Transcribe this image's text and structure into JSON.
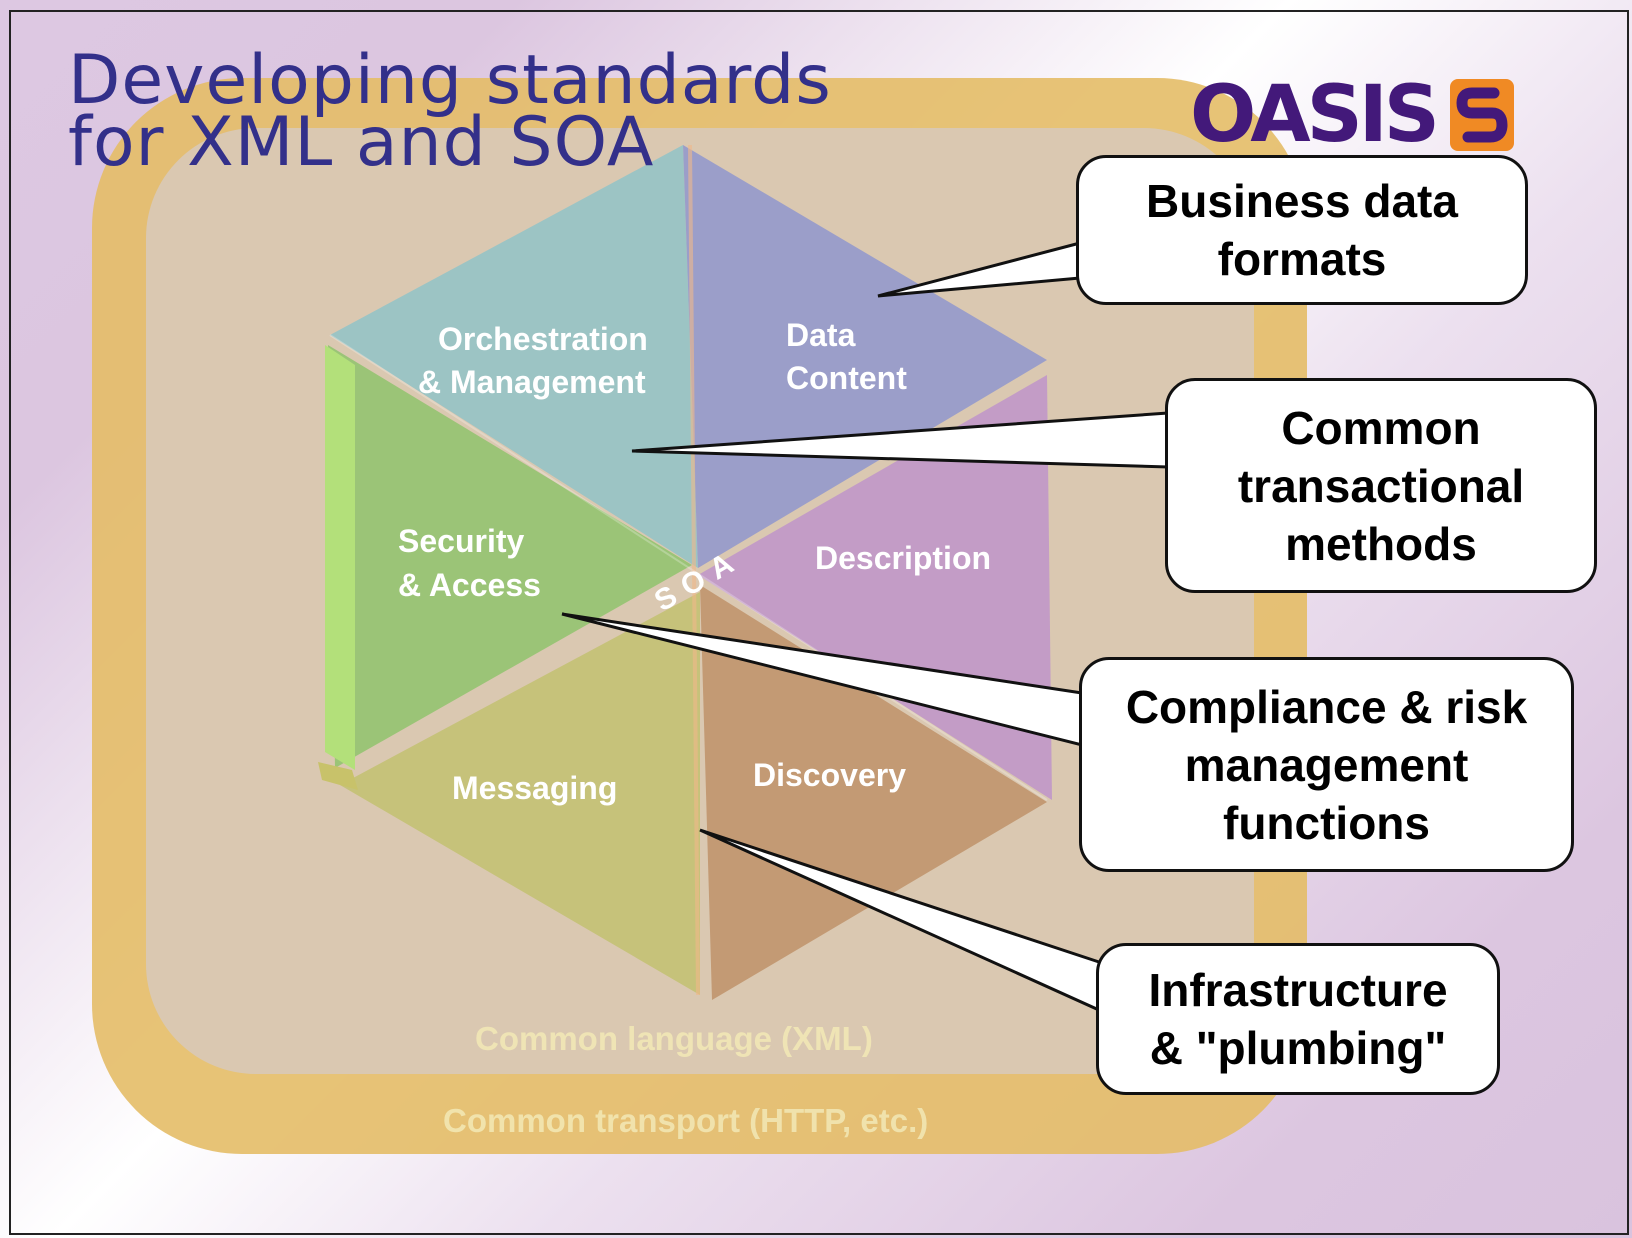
{
  "title": {
    "line1": "Developing standards",
    "line2": "for XML and SOA"
  },
  "logo": {
    "text": "OASIS"
  },
  "segments": {
    "orchestration": {
      "line1": "Orchestration",
      "line2": "& Management"
    },
    "data_content": {
      "line1": "Data",
      "line2": "Content"
    },
    "security": {
      "line1": "Security",
      "line2": "& Access"
    },
    "description": {
      "line1": "Description"
    },
    "messaging": {
      "line1": "Messaging"
    },
    "discovery": {
      "line1": "Discovery"
    }
  },
  "center_label": "SOA",
  "layers": {
    "inner": "Common language (XML)",
    "outer": "Common transport (HTTP, etc.)"
  },
  "callouts": {
    "business": {
      "line1": "Business  data",
      "line2": "formats"
    },
    "common": {
      "line1": "Common",
      "line2": "transactional",
      "line3": "methods"
    },
    "compliance": {
      "line1": "Compliance & risk",
      "line2": "management",
      "line3": "functions"
    },
    "infrastructure": {
      "line1": "Infrastructure",
      "line2": "& \"plumbing\""
    }
  },
  "colors": {
    "title": "#33308a",
    "logo_text": "#43197a",
    "logo_mark": "#f08a24",
    "ring": "#e4bd67",
    "orchestration": "#9cc4c4",
    "data_content": "#9b9ec9",
    "security": "#9bc477",
    "description": "#c39cc6",
    "messaging": "#c6c27a",
    "discovery": "#c39a74"
  }
}
